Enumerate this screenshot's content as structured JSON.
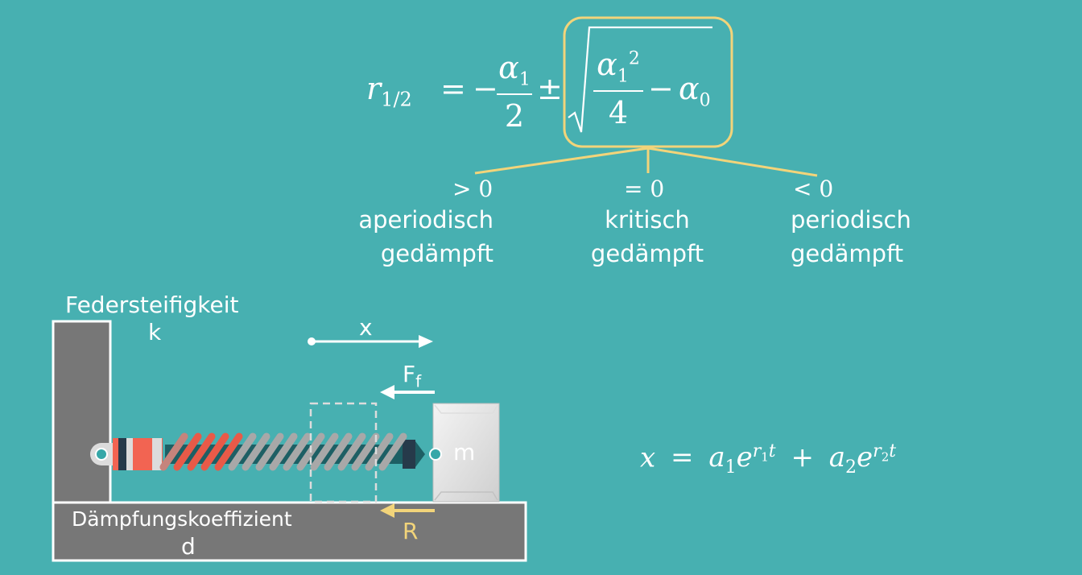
{
  "formula_r": {
    "lhs": "r",
    "lhs_sub": "1/2",
    "eq": "=",
    "minus": "−",
    "frac1_num": "α",
    "frac1_num_sub": "1",
    "frac1_den": "2",
    "pm": "±",
    "frac2_num": "α",
    "frac2_num_sub": "1",
    "frac2_num_sup": "2",
    "frac2_den": "4",
    "minus2": "−",
    "alpha0": "α",
    "alpha0_sub": "0"
  },
  "cases": [
    {
      "condition": "> 0",
      "line1": "aperiodisch",
      "line2": "gedämpft"
    },
    {
      "condition": "= 0",
      "line1": "kritisch",
      "line2": "gedämpft"
    },
    {
      "condition": "< 0",
      "line1": "periodisch",
      "line2": "gedämpft"
    }
  ],
  "diagram": {
    "spring_label": "Federsteifigkeit",
    "spring_symbol": "k",
    "damping_label": "Dämpfungskoeffizient",
    "damping_symbol": "d",
    "displacement_label": "x",
    "spring_force_label": "F",
    "spring_force_sub": "f",
    "friction_label": "R",
    "mass_label": "m"
  },
  "formula_x": {
    "lhs": "x",
    "eq": "=",
    "a1": "a",
    "a1_sub": "1",
    "e1": "e",
    "exp1": "r",
    "exp1_sub": "1",
    "exp1_t": "t",
    "plus": "+",
    "a2": "a",
    "a2_sub": "2",
    "e2": "e",
    "exp2": "r",
    "exp2_sub": "2",
    "exp2_t": "t"
  },
  "colors": {
    "background": "#47b0b1",
    "highlight": "#f2d47a",
    "wall": "#777777",
    "damper_red": "#f26452"
  }
}
